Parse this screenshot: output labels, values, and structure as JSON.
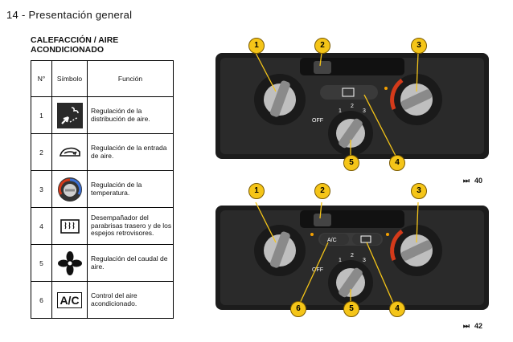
{
  "header": {
    "page_title": "14 - Presentación general",
    "section_title": "CALEFACCIÓN / AIRE ACONDICIONADO"
  },
  "table": {
    "headers": {
      "num": "N°",
      "symbol": "Símbolo",
      "function": "Función"
    },
    "rows": [
      {
        "num": "1",
        "symbol": "air-distribution-icon",
        "function": "Regulación de la distribución de aire."
      },
      {
        "num": "2",
        "symbol": "air-intake-icon",
        "function": "Regulación de la entrada de aire."
      },
      {
        "num": "3",
        "symbol": "temperature-dial-icon",
        "function": "Regulación de la temperatura."
      },
      {
        "num": "4",
        "symbol": "rear-defrost-icon",
        "function": "Desempañador del parabrisas trasero y de los espejos retrovisores."
      },
      {
        "num": "5",
        "symbol": "fan-icon",
        "function": "Regulación del caudal de aire."
      },
      {
        "num": "6",
        "symbol": "ac-icon",
        "function": "Control del aire acondicionado."
      }
    ]
  },
  "symbols": {
    "ac_text": "A/C"
  },
  "panel_top": {
    "callouts": [
      "1",
      "2",
      "3",
      "4",
      "5"
    ],
    "fan_scale": [
      "OFF",
      "1",
      "2",
      "3"
    ],
    "reference": "40"
  },
  "panel_bottom": {
    "callouts": [
      "1",
      "2",
      "3",
      "6",
      "5",
      "4"
    ],
    "fan_scale": [
      "OFF",
      "1",
      "2",
      "3"
    ],
    "ac_button": "A/C",
    "reference": "42"
  },
  "colors": {
    "callout": "#f5c518",
    "panel": "#1c1c1c",
    "knob": "#bfbfbf",
    "heat": "#d43a1a"
  }
}
